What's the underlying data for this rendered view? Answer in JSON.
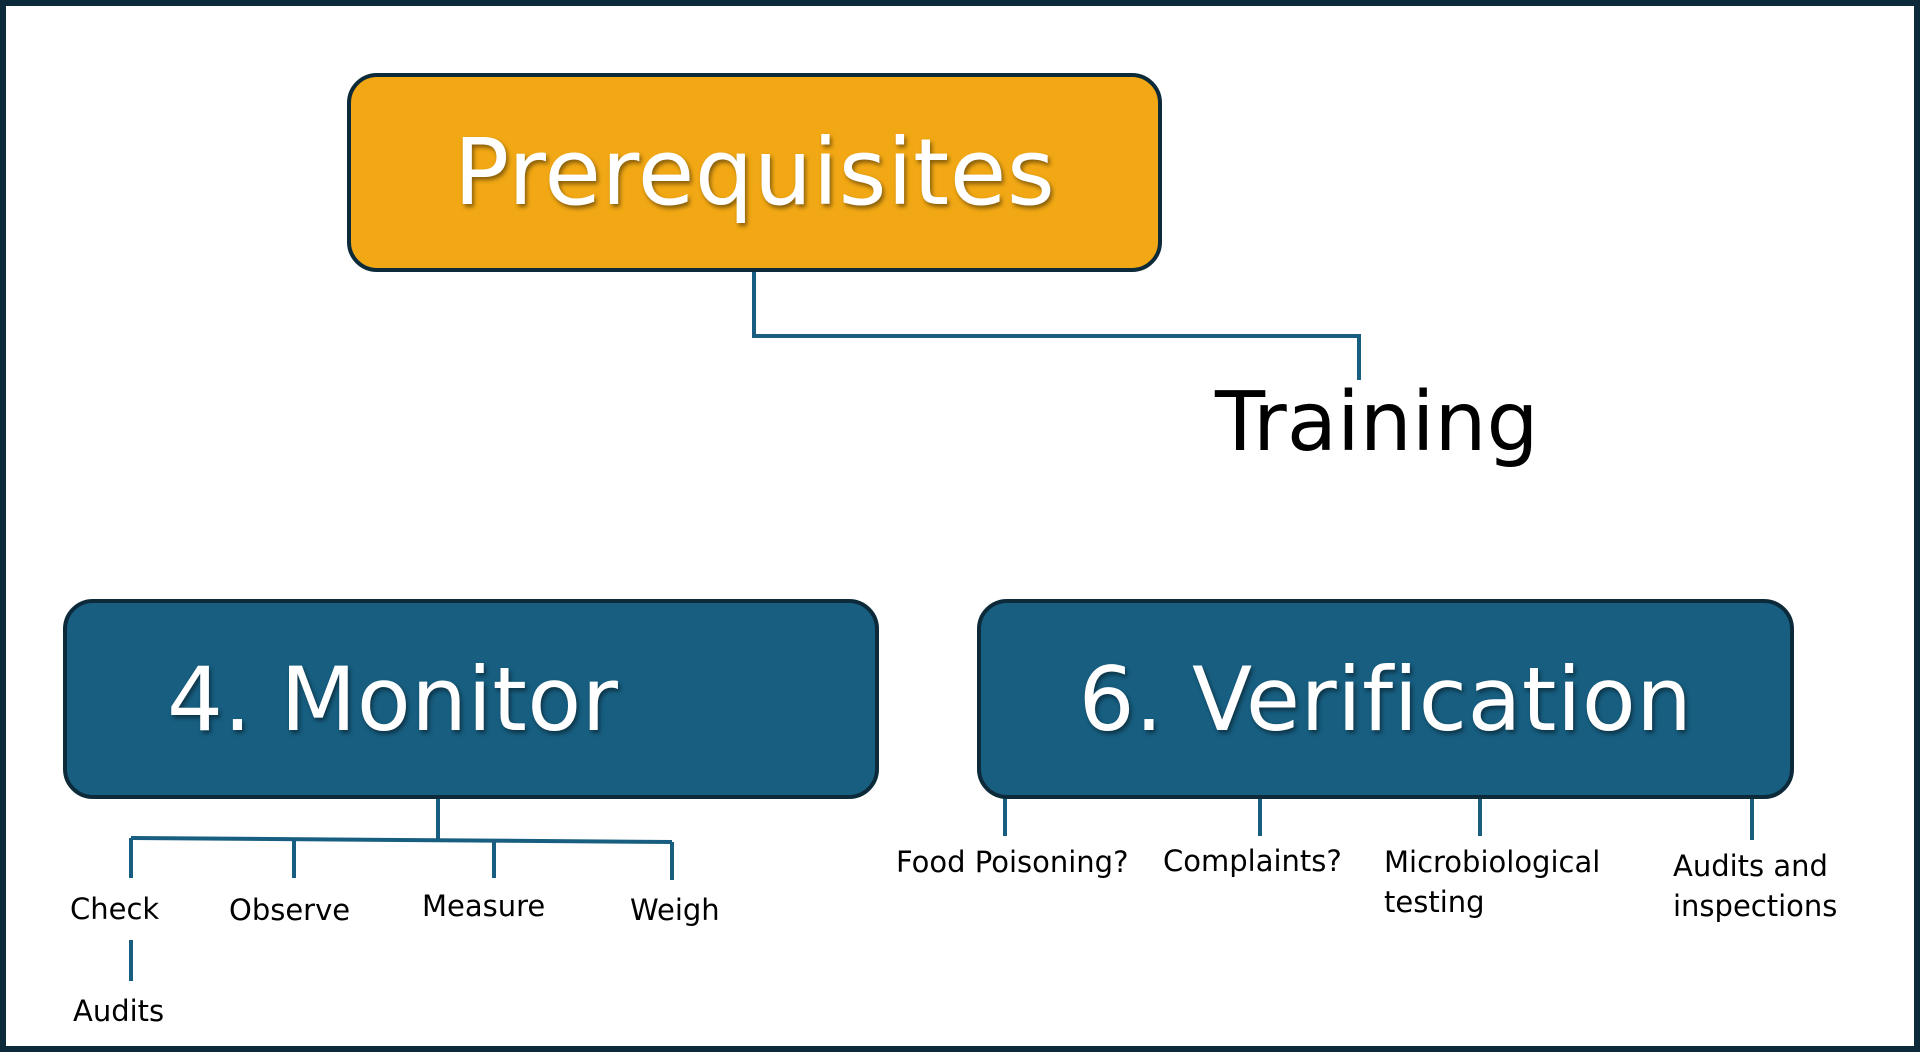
{
  "colors": {
    "prereq_fill": "#f2a814",
    "step_fill": "#175e80",
    "connector": "#175e80",
    "border": "#0d2a3a"
  },
  "prerequisites": {
    "label": "Prerequisites"
  },
  "training": {
    "label": "Training"
  },
  "monitor": {
    "label": "4. Monitor",
    "children": [
      "Check",
      "Observe",
      "Measure",
      "Weigh"
    ],
    "check_child": "Audits"
  },
  "verification": {
    "label": "6. Verification",
    "children": [
      "Food Poisoning?",
      "Complaints?",
      "Microbiological testing",
      "Audits and inspections"
    ]
  }
}
